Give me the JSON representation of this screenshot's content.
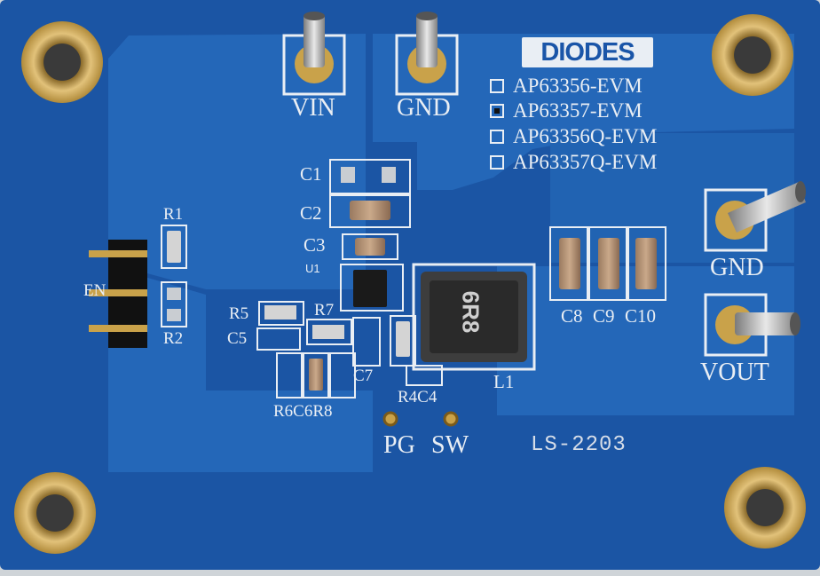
{
  "board": {
    "logo_text": "DIODES",
    "variants": [
      {
        "label": "AP63356-EVM",
        "checked": false
      },
      {
        "label": "AP63357-EVM",
        "checked": true
      },
      {
        "label": "AP63356Q-EVM",
        "checked": false
      },
      {
        "label": "AP63357Q-EVM",
        "checked": false
      }
    ],
    "terminals": {
      "vin": "VIN",
      "gnd_in": "GND",
      "gnd_out": "GND",
      "vout": "VOUT"
    },
    "test_points": {
      "pg": "PG",
      "sw": "SW"
    },
    "board_code": "LS-2203",
    "component_labels": {
      "c1": "C1",
      "c2": "C2",
      "c3": "C3",
      "u1": "U1",
      "r1": "R1",
      "r2": "R2",
      "en": "EN",
      "r5": "R5",
      "r7": "R7",
      "c5": "C5",
      "c7": "C7",
      "r6c6r8": "R6C6R8",
      "r4c4": "R4C4",
      "l1": "L1",
      "c8": "C8",
      "c9": "C9",
      "c10": "C10"
    },
    "inductor_marking": "6R8",
    "colors": {
      "pcb": "#1c58a8",
      "copper_pour": "#2366b8",
      "silkscreen": "#e9eef4",
      "gold": "#c9a24a"
    }
  }
}
